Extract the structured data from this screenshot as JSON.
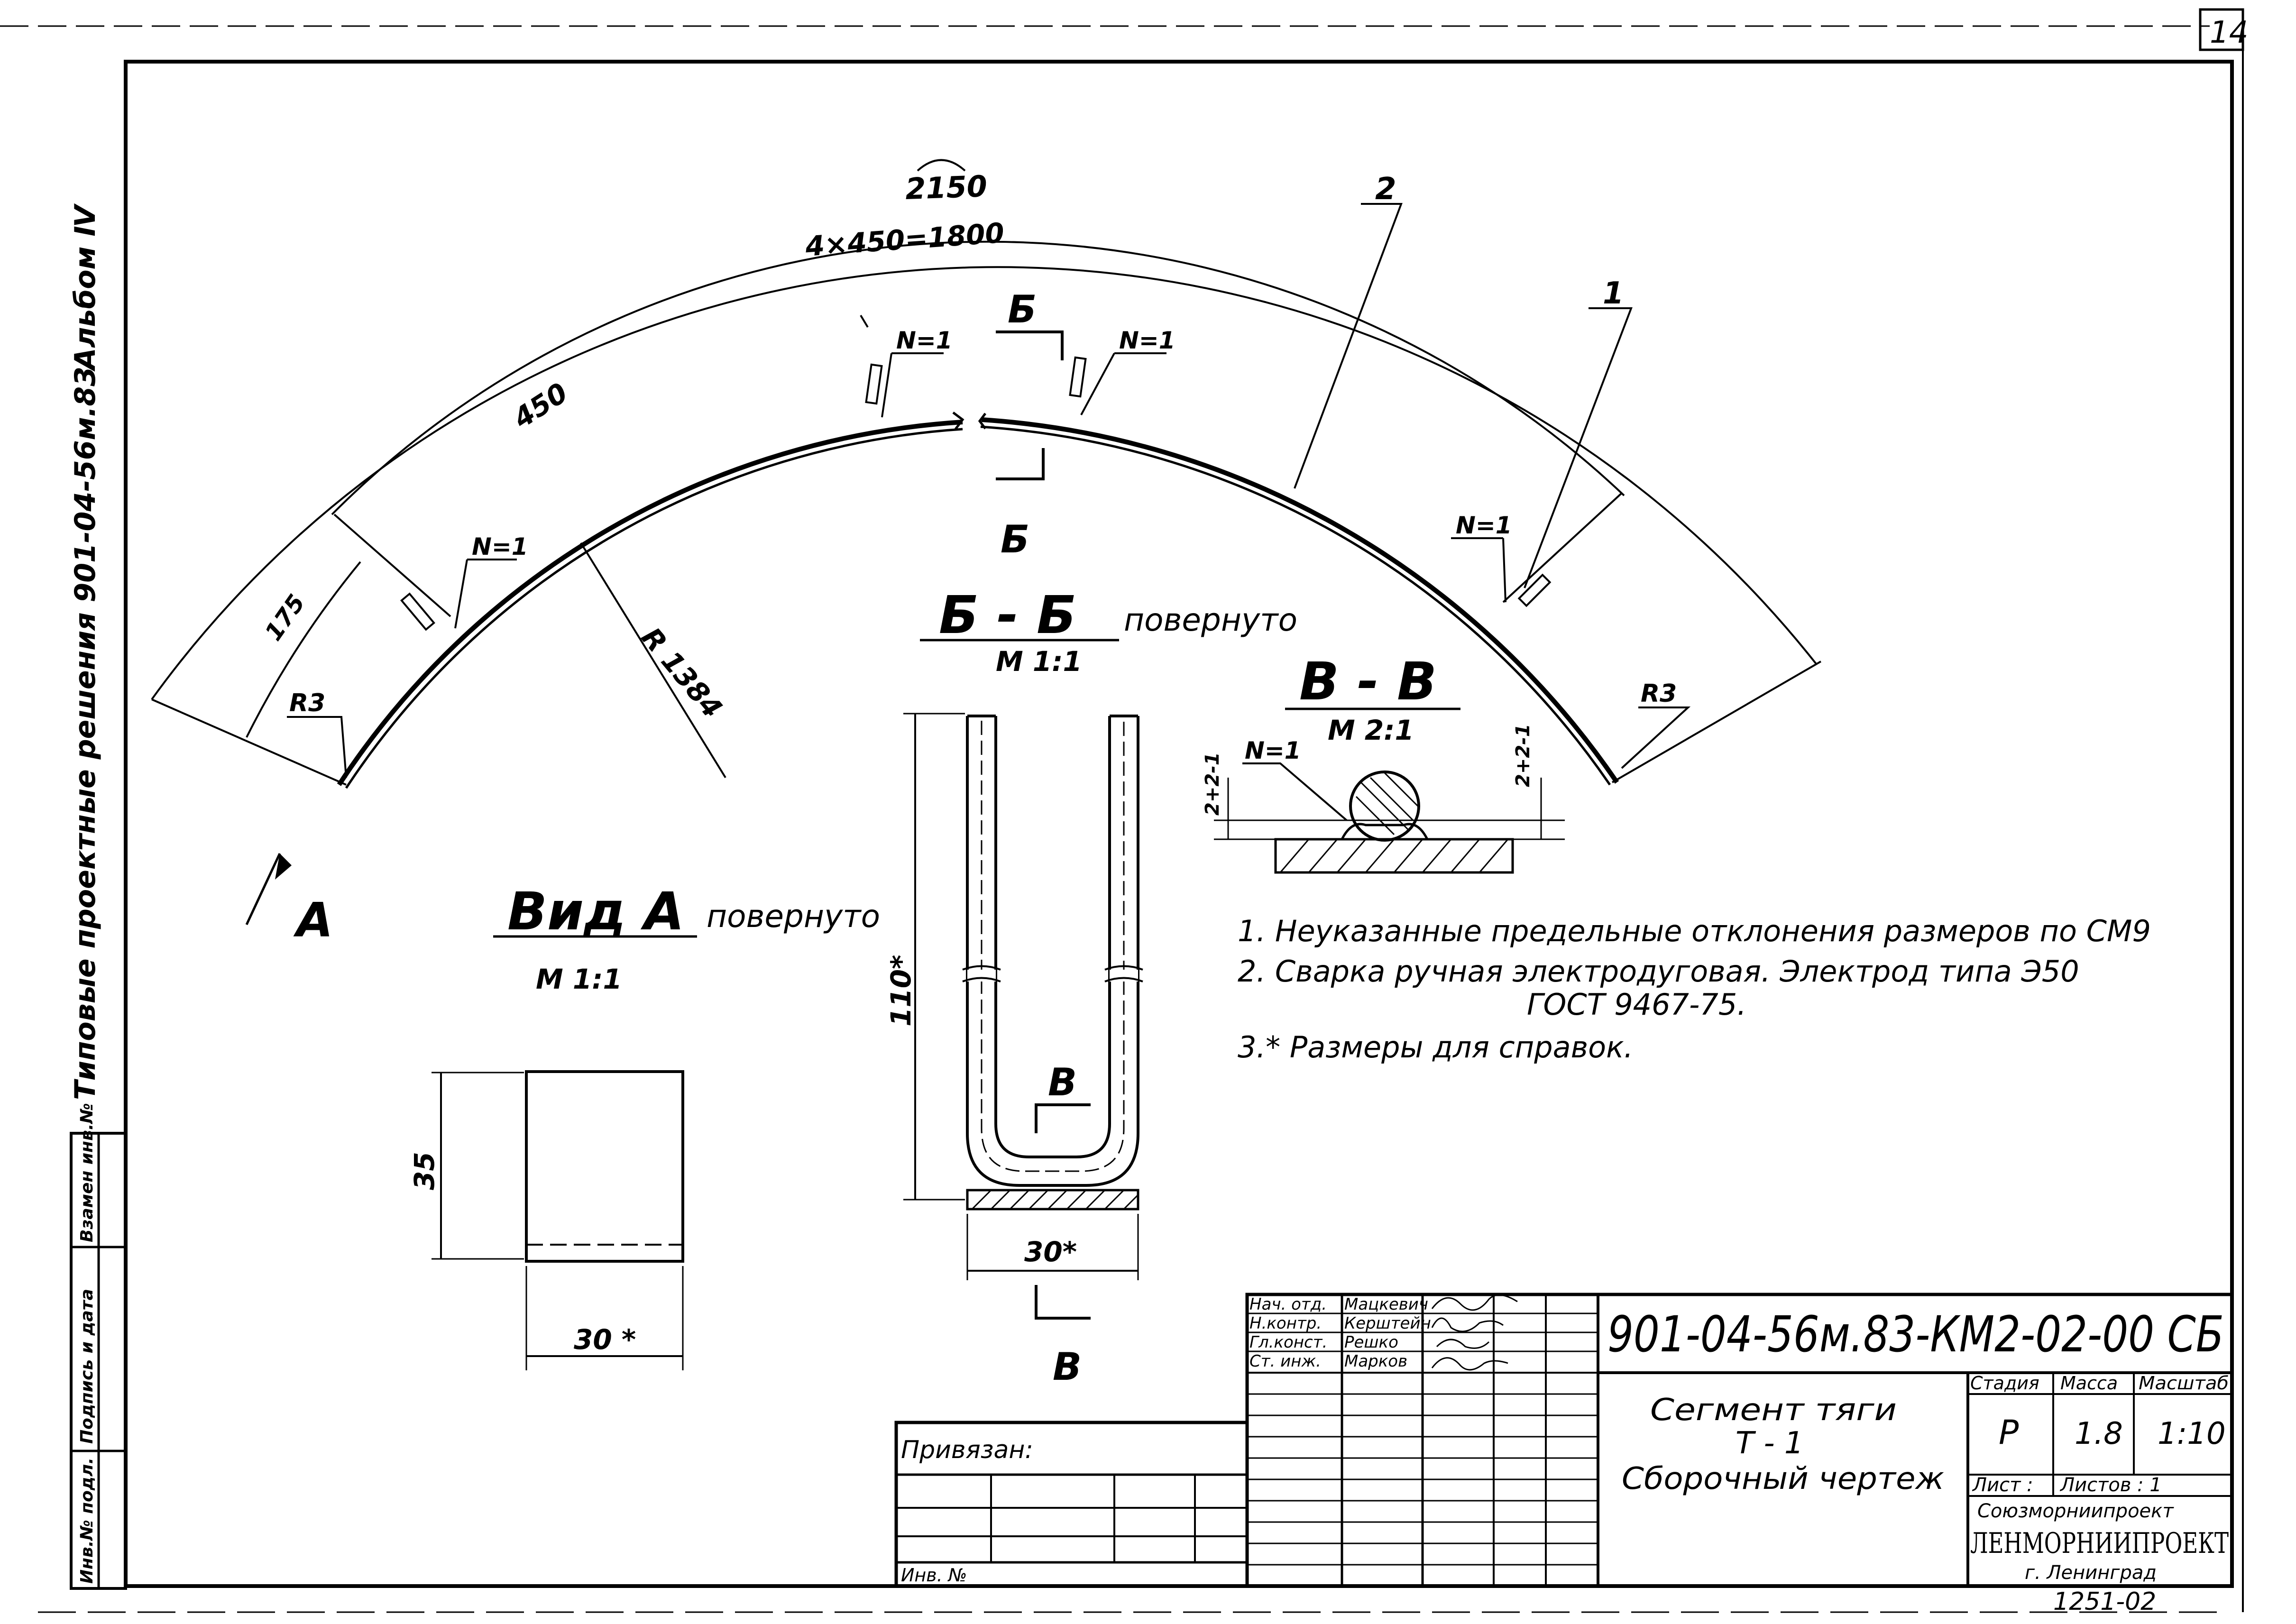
{
  "page_number": "14",
  "album_label": "Альбом Ⅳ",
  "series_label": "Типовые проектные решения 901-04-56м.83",
  "side_stamp": {
    "row1": "Взамен инв.№",
    "row2": "Подпись и дата",
    "row3": "Инв.№ подл."
  },
  "dimensions": {
    "arc_total": "2150",
    "arc_step_total": "4×450=1800",
    "arc_step": "450",
    "arc_end": "175",
    "radius": "R 1384",
    "r3_left": "R3",
    "r3_right": "R3",
    "height_110": "110*",
    "width_30_b": "30*",
    "width_30_a": "30 *",
    "height_35": "35",
    "tol": "2+2-1"
  },
  "weld_marks": [
    "N=1",
    "N=1",
    "N=1",
    "N=1",
    "N=1"
  ],
  "positions": {
    "pos1": "1",
    "pos2": "2"
  },
  "sections": {
    "b_cut_top": "Б",
    "b_cut_bottom": "Б",
    "bb_title": "Б - Б",
    "bb_rotated": "повернуто",
    "bb_scale": "М 1:1",
    "vv_title": "В - В",
    "vv_scale": "М 2:1",
    "v_cut_top": "В",
    "v_cut_bottom": "В",
    "view_a_arrow": "А",
    "view_a_title": "Вид А",
    "view_a_rotated": "повернуто",
    "view_a_scale": "М 1:1"
  },
  "notes": [
    "1. Неуказанные предельные отклонения размеров по СМ9",
    "2. Сварка ручная электродуговая. Электрод типа Э50",
    "ГОСТ 9467-75.",
    "3.* Размеры для справок."
  ],
  "title_block": {
    "doc_code": "901-04-56м.83-КМ2-02-00 СБ",
    "signers": [
      {
        "role": "Нач. отд.",
        "name": "Мацкевич"
      },
      {
        "role": "Н.контр.",
        "name": "Керштейн"
      },
      {
        "role": "Гл.конст.",
        "name": "Решко"
      },
      {
        "role": "Ст. инж.",
        "name": "Марков"
      }
    ],
    "name_line1": "Сегмент тяги",
    "name_line2": "Т - 1",
    "name_line3": "Сборочный чертеж",
    "stage_label": "Стадия",
    "mass_label": "Масса",
    "scale_label": "Масштаб",
    "stage": "Р",
    "mass": "1.8",
    "scale": "1:10",
    "sheet_label": "Лист :",
    "sheets_label": "Листов : 1",
    "org1": "Союзморниипроект",
    "org2": "ЛЕНМОРНИИПРОЕКТ",
    "org3": "г. Ленинград",
    "attached": "Привязан:",
    "inv": "Инв. №"
  },
  "bottom_stamp": "1251-02"
}
